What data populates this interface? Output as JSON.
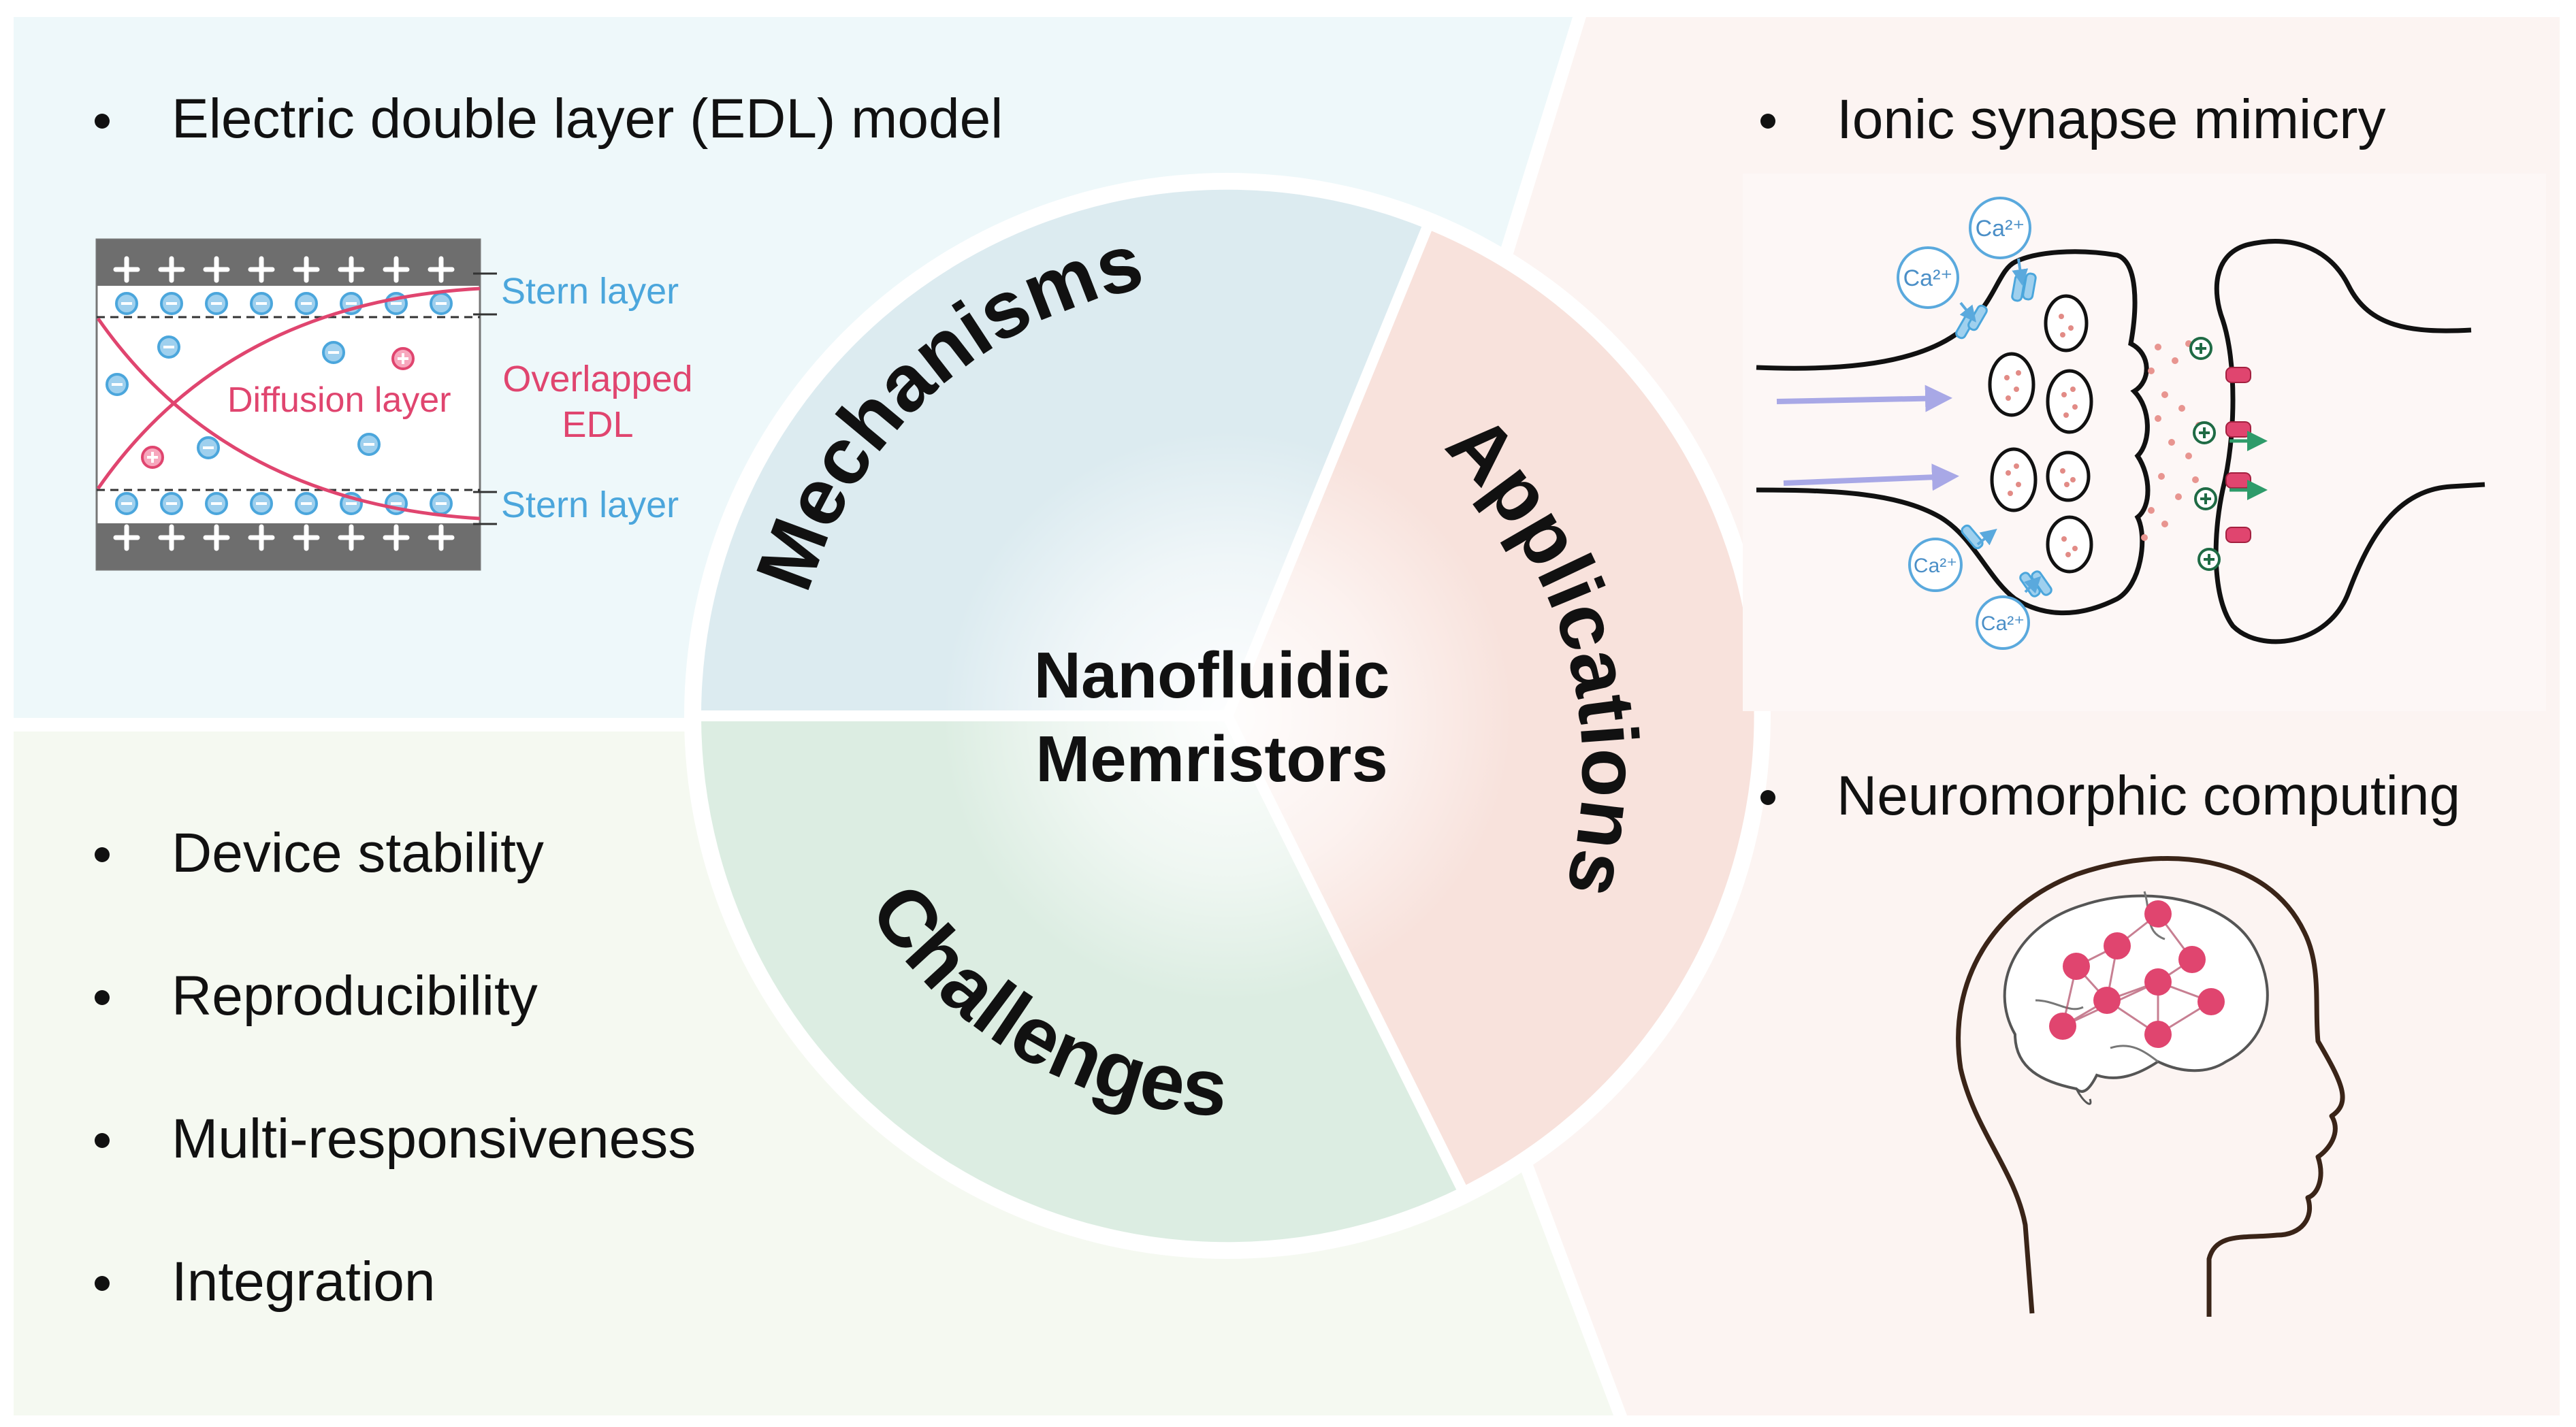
{
  "center": {
    "line1": "Nanofluidic",
    "line2": "Memristors"
  },
  "segments": {
    "mechanisms": "Mechanisms",
    "applications": "Applications",
    "challenges": "Challenges"
  },
  "mechanisms_panel": {
    "bullet": "Electric double layer (EDL) model",
    "labels": {
      "stern_top": "Stern layer",
      "stern_bottom": "Stern layer",
      "diffusion": "Diffusion layer",
      "overlapped_1": "Overlapped",
      "overlapped_2": "EDL"
    }
  },
  "applications_panel": {
    "bullet1": "Ionic synapse mimicry",
    "bullet2": "Neuromorphic computing",
    "ca_label": "Ca²⁺"
  },
  "challenges_panel": {
    "items": [
      "Device stability",
      "Reproducibility",
      "Multi-responsiveness",
      "Integration"
    ]
  },
  "colors": {
    "mechanisms_bg": "#eef8fa",
    "applications_bg": "#fcf4f2",
    "challenges_bg": "#f5f9f1",
    "mechanisms_segment": "#dcebf0",
    "applications_segment": "#f8e2dc",
    "challenges_segment": "#dcede2",
    "stern_blue": "#4ba6dc",
    "pink": "#e0456f",
    "brain_outline": "#3a2418"
  }
}
